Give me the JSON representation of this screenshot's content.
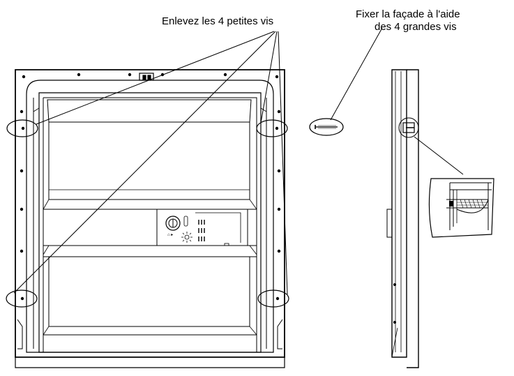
{
  "labels": {
    "remove_screws": "Enlevez les 4 petites vis",
    "fix_facade_line1": "Fixer la façade à l'aide",
    "fix_facade_line2": "des 4 grandes vis"
  },
  "colors": {
    "line": "#000000",
    "background": "#ffffff",
    "panel_fill": "#ffffff"
  },
  "icons": {
    "screw": "screw-icon",
    "timer_knob": "knob-icon",
    "sun": "sun-icon"
  }
}
